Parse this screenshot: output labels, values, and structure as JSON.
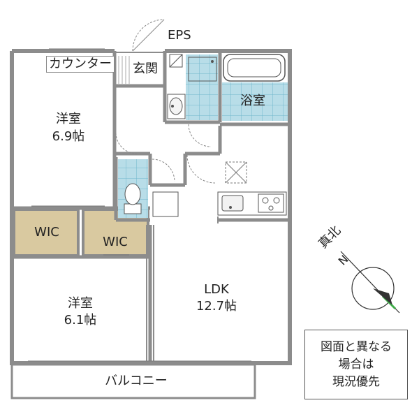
{
  "rooms": {
    "western_room_upper": {
      "name": "洋室",
      "size": "6.9帖"
    },
    "western_room_lower": {
      "name": "洋室",
      "size": "6.1帖"
    },
    "ldk": {
      "name": "LDK",
      "size": "12.7帖"
    },
    "bath": {
      "name": "浴室"
    },
    "entrance": {
      "name": "玄関"
    },
    "eps": {
      "name": "EPS"
    },
    "counter": {
      "name": "カウンター"
    },
    "wic_left": {
      "name": "WIC"
    },
    "wic_right": {
      "name": "WIC"
    },
    "balcony": {
      "name": "バルコニー"
    }
  },
  "compass": {
    "label": "真北",
    "n_mark": "N"
  },
  "note": {
    "line1": "図面と異なる",
    "line2": "場合は",
    "line3": "現況優先"
  },
  "colors": {
    "wall": "#8c8c8c",
    "wic_fill": "#d9c9a0",
    "tile_fill": "#b8dde8",
    "tile_grid": "#6fb6cc",
    "fixture": "#555555",
    "compass_accent": "#3fae49"
  }
}
